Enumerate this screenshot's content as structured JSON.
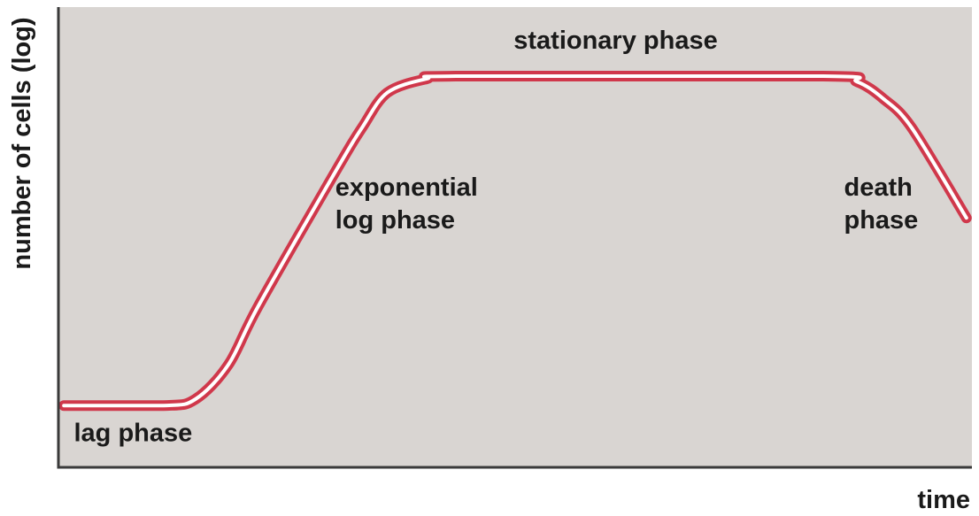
{
  "chart_data": {
    "type": "line",
    "title": "",
    "xlabel": "time",
    "ylabel": "number of cells (log)",
    "grid": false,
    "legend": "none",
    "colors": {
      "plot_background": "#d9d5d2",
      "curve": "#d0384b",
      "curve_highlight": "#ffffff",
      "axis": "#3a3a3a",
      "text": "#1a1a1a"
    },
    "xlim": [
      0,
      100
    ],
    "ylim": [
      0,
      100
    ],
    "series": [
      {
        "values": [
          {
            "x": 0.6,
            "y": 13.4
          },
          {
            "x": 11.5,
            "y": 13.4
          },
          {
            "x": 15.0,
            "y": 14.8
          },
          {
            "x": 18.6,
            "y": 22.3
          },
          {
            "x": 21.9,
            "y": 35.1
          },
          {
            "x": 30.4,
            "y": 64.5
          },
          {
            "x": 33.3,
            "y": 74.0
          },
          {
            "x": 36.0,
            "y": 81.4
          },
          {
            "x": 40.3,
            "y": 84.4
          },
          {
            "x": 44.0,
            "y": 85.0
          },
          {
            "x": 83.7,
            "y": 85.0
          },
          {
            "x": 87.4,
            "y": 83.8
          },
          {
            "x": 90.3,
            "y": 80.1
          },
          {
            "x": 93.4,
            "y": 73.8
          },
          {
            "x": 99.4,
            "y": 54.2
          }
        ]
      }
    ],
    "annotations": [
      {
        "lines": [
          "stationary phase"
        ],
        "x": 61.0,
        "y": 91.0,
        "anchor": "middle"
      },
      {
        "lines": [
          "exponential",
          "log phase"
        ],
        "x": 30.3,
        "y": 59.0,
        "anchor": "start"
      },
      {
        "lines": [
          "death",
          "phase"
        ],
        "x": 86.0,
        "y": 59.0,
        "anchor": "start"
      },
      {
        "lines": [
          "lag phase"
        ],
        "x": 1.7,
        "y": 5.7,
        "anchor": "start"
      }
    ]
  }
}
